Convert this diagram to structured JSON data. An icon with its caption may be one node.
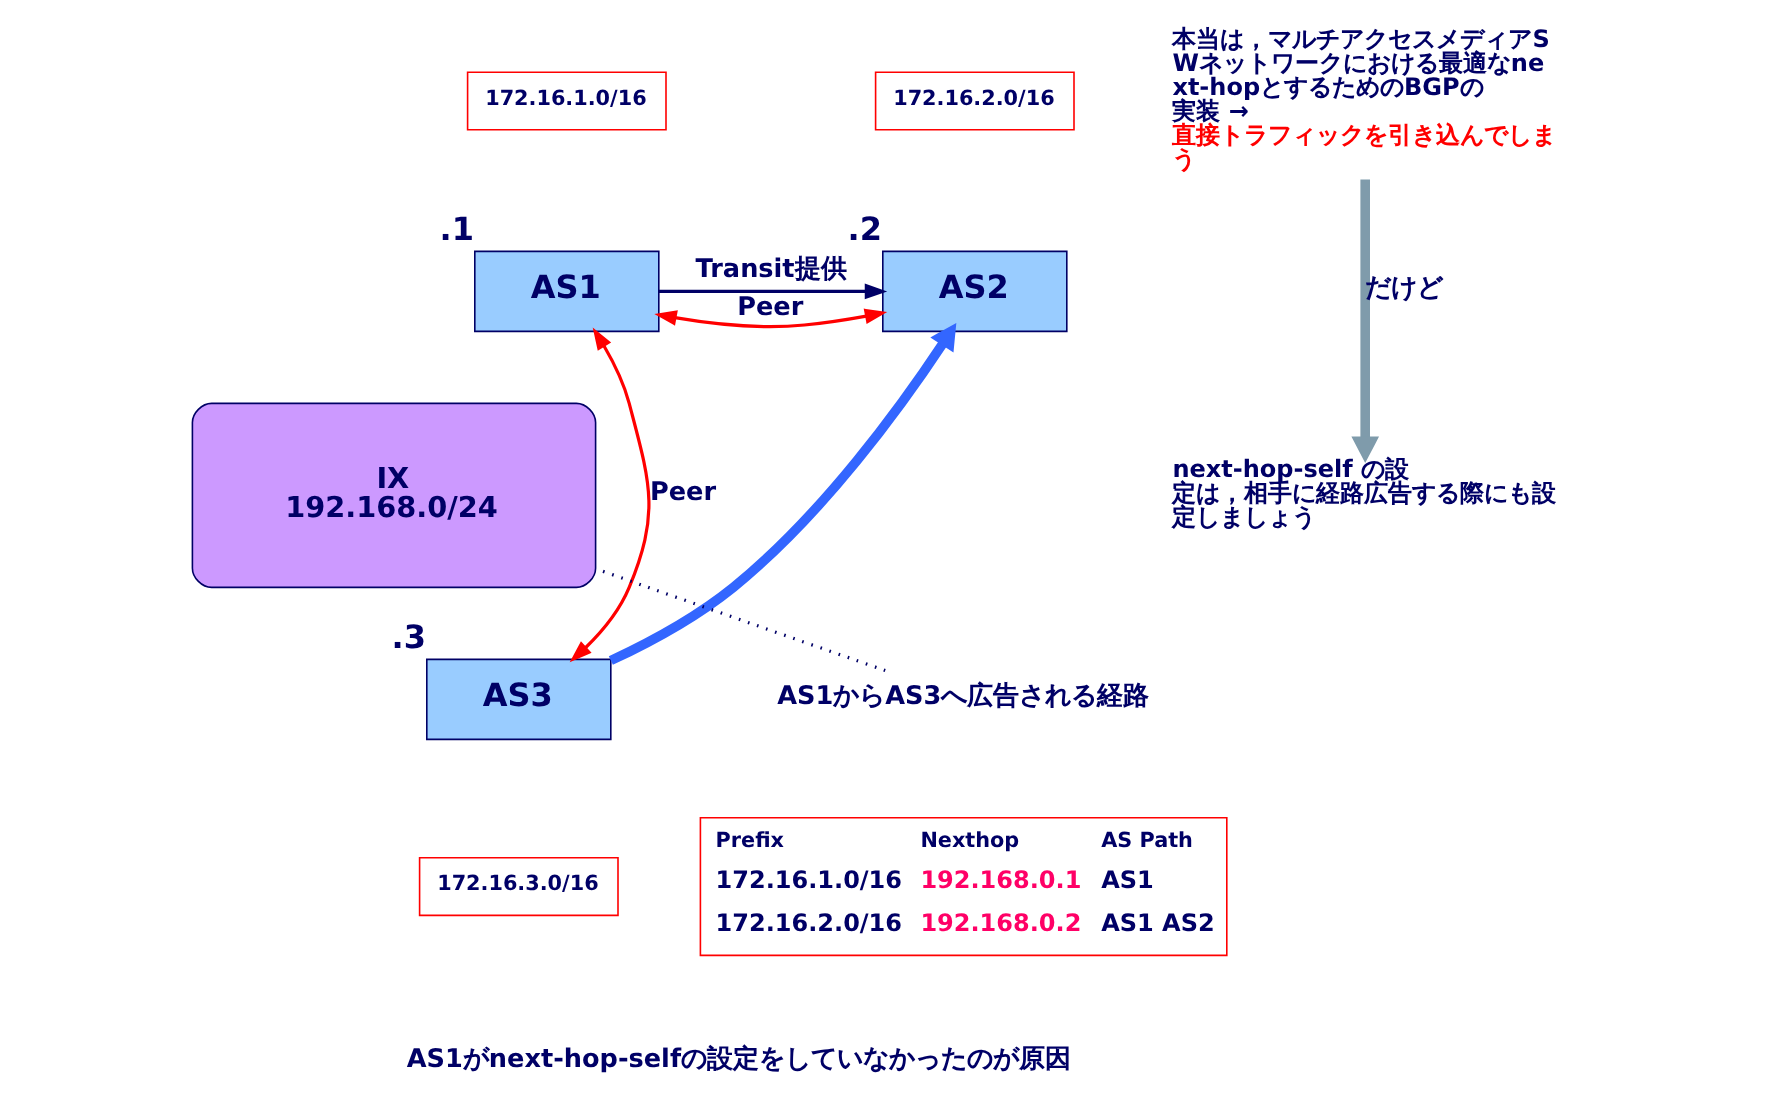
{
  "diagram": {
    "nodes": [
      {
        "text": [
          "172.16.1.0/16"
        ]
      },
      {
        "text": [
          "AS1"
        ],
        "beside": [
          ".1"
        ]
      },
      {
        "text": [
          "172.16.2.0/16"
        ]
      },
      {
        "text": [
          "AS2"
        ],
        "beside": [
          ".2"
        ]
      },
      {
        "text": [
          "IX",
          "192.168.0/24"
        ]
      },
      {
        "text": [
          "AS3"
        ],
        "beside": [
          ".3"
        ]
      },
      {
        "text": [
          "172.16.3.0/16"
        ]
      },
      {
        "text": [
          "AS1からAS3へ広告される経路"
        ]
      },
      {
        "text": [
          "本当は，マルチアクセスメディアSWネットワークにおける最適なnext-hopとするためのBGPの実装 →",
          "直接トラフィックを引き込んでしまう"
        ]
      },
      {
        "text": [
          "next-hop-self の設定は，相手に経路広告する際にも設定しましょう"
        ]
      }
    ],
    "edges": [
      {
        "from": 1,
        "to": 3,
        "arrow": "to",
        "label": "Transit提供",
        "color": "#000066"
      },
      {
        "from": 1,
        "to": 3,
        "arrow": "both",
        "label": "Peer",
        "color": "#ff0000"
      },
      {
        "from": 1,
        "to": 5,
        "arrow": "both",
        "label": "Peer",
        "color": "#ff0000"
      },
      {
        "from": 5,
        "to": 3,
        "arrow": "to",
        "style": "thick",
        "color": "#3366ff"
      },
      {
        "from": 7,
        "to": 4,
        "arrow": "none",
        "style": "dashed",
        "color": "#000066"
      },
      {
        "from": 8,
        "to": 9,
        "arrow": "to",
        "label": "だけど",
        "style": "thick",
        "color": "#7f9bab"
      }
    ],
    "labels": [
      "Prefix",
      "Nexthop",
      "AS Path",
      "172.16.1.0/16",
      "192.168.0.1",
      "AS1",
      "172.16.2.0/16",
      "192.168.0.2",
      "AS1 AS2",
      "AS1がnext-hop-selfの設定をしていなかったのが原因"
    ]
  }
}
